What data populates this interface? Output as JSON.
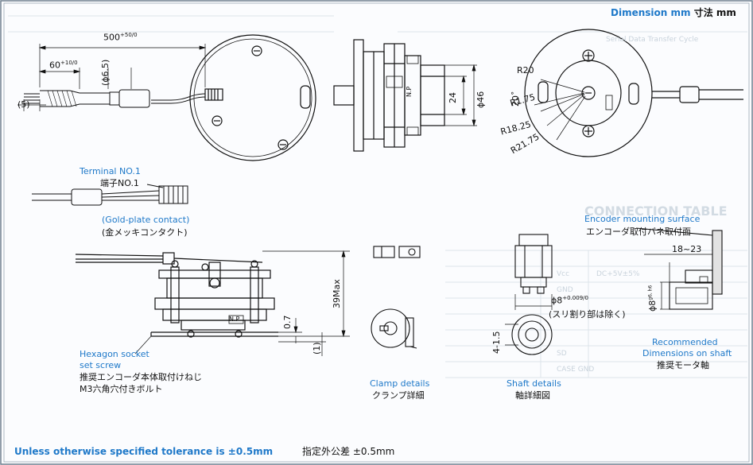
{
  "header": {
    "dimension_en": "Dimension mm",
    "dimension_jp": "寸法 mm"
  },
  "top_view": {
    "dim_500": "500",
    "dim_500_tol": "+50/0",
    "dim_60": "60",
    "dim_60_tol": "+10/0",
    "dim_phi65": "(ϕ6.5)",
    "dim_5": "(5)"
  },
  "side_view": {
    "dim_24": "24",
    "dim_phi46": "ϕ46",
    "np_label": "N.P"
  },
  "front_view": {
    "r20": "R20",
    "r175": "R1.75",
    "r1825": "R18.25",
    "r2175": "R21.75",
    "angle": "20˚"
  },
  "terminal": {
    "title_en": "Terminal NO.1",
    "title_jp": "端子NO.1",
    "contact_en": "(Gold-plate contact)",
    "contact_jp": "(金メッキコンタクト)"
  },
  "bottom_view": {
    "dim_39": "39Max",
    "dim_07": "0.7",
    "dim_1": "(1)",
    "np_label": "N.P",
    "hex_en_1": "Hexagon socket",
    "hex_en_2": "set screw",
    "hex_jp_1": "推奨エンコーダ本体取付けねじ",
    "hex_jp_2": "M3六角穴付きボルト"
  },
  "clamp": {
    "title_en": "Clamp details",
    "title_jp": "クランプ詳細"
  },
  "shaft": {
    "dim_phi8": "ϕ8",
    "dim_phi8_tol": "+0.009/0",
    "note_jp": "(スリ割り部は除く)",
    "dim_415": "4-1.5",
    "title_en": "Shaft details",
    "title_jp": "軸詳細図"
  },
  "mount": {
    "title_en": "Encoder mounting surface",
    "title_jp": "エンコーダ取付バネ取付面",
    "dim_1823": "18~23",
    "dim_phi8": "ϕ8",
    "dim_phi8_tol": "g6, h6",
    "rec_en_1": "Recommended",
    "rec_en_2": "Dimensions on shaft",
    "rec_jp": "推奨モータ軸"
  },
  "footer": {
    "tolerance_en": "Unless otherwise specified tolerance is ±0.5mm",
    "tolerance_jp": "指定外公差 ±0.5mm"
  },
  "ghost_text": {
    "connection_table": "CONNECTION TABLE",
    "row_vcc": "Vcc",
    "row_gnd": "GND",
    "row_sd": "SD",
    "row_case": "CASE",
    "supply": "DC+5V±5%",
    "serial": "Serial Data Transfer Cycle",
    "case_gnd": "CASE GND"
  }
}
